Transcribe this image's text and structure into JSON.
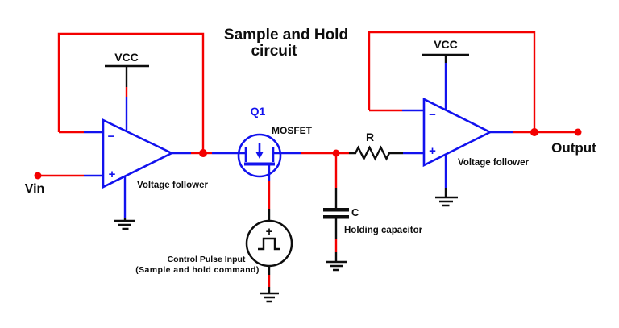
{
  "title": {
    "line1": "Sample and Hold",
    "line2": "circuit"
  },
  "io": {
    "input": "Vin",
    "output": "Output"
  },
  "opamp_left": {
    "vcc": "VCC",
    "minus": "−",
    "plus": "+",
    "caption": "Voltage follower"
  },
  "opamp_right": {
    "vcc": "VCC",
    "minus": "−",
    "plus": "+",
    "caption": "Voltage follower"
  },
  "mosfet": {
    "designator": "Q1",
    "type": "MOSFET"
  },
  "resistor": {
    "label": "R"
  },
  "capacitor": {
    "label": "C",
    "caption": "Holding capacitor"
  },
  "pulse_source": {
    "polarity": "+",
    "caption_line1": "Control Pulse Input",
    "caption_line2": "(Sample and hold command)"
  },
  "colors": {
    "wire_red": "#f30000",
    "component_blue": "#1212ee",
    "ink_black": "#0d0d0d",
    "background": "#ffffff"
  }
}
